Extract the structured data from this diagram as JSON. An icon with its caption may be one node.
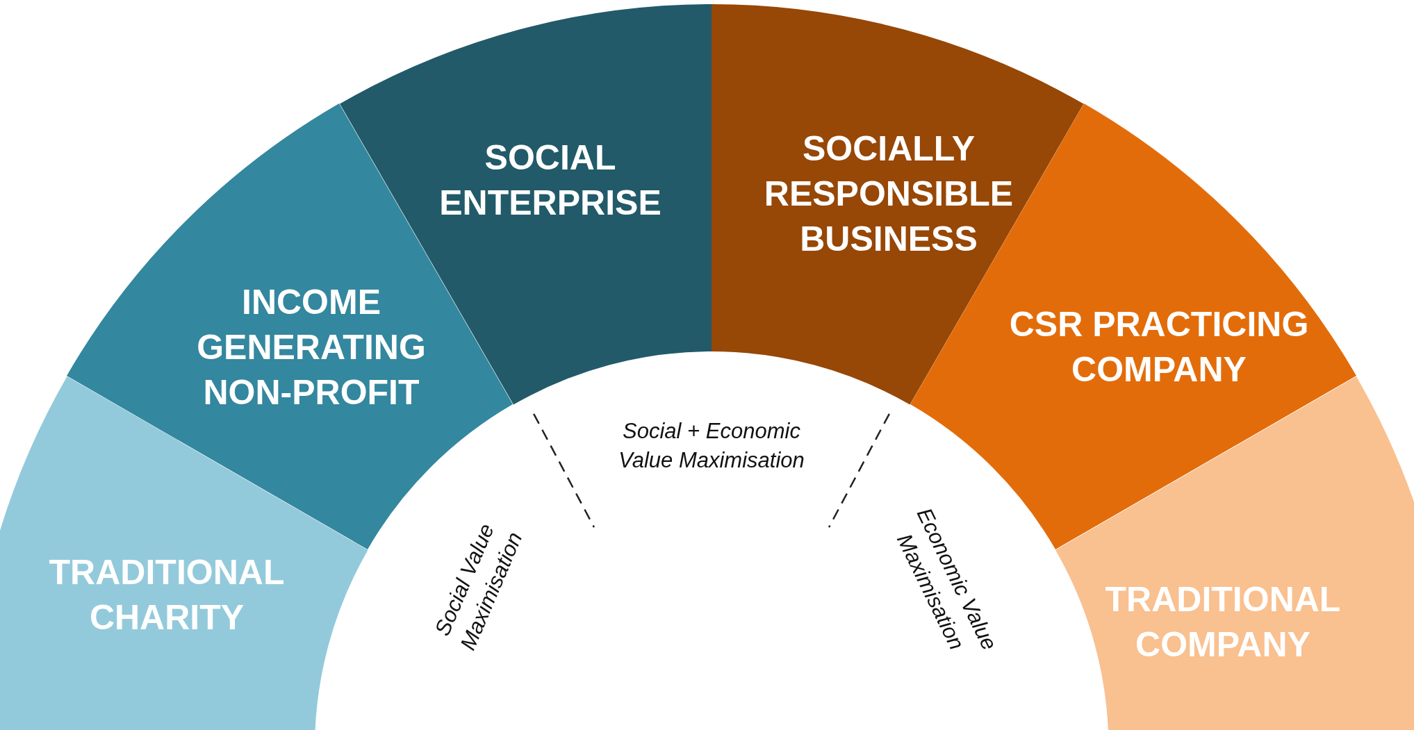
{
  "diagram": {
    "nodes": [
      {
        "text": [
          "TRADITIONAL CHARITY"
        ]
      },
      {
        "text": [
          "INCOME GENERATING NON-PROFIT"
        ]
      },
      {
        "text": [
          "SOCIAL ENTERPRISE"
        ]
      },
      {
        "text": [
          "SOCIALLY RESPONSIBLE BUSINESS"
        ]
      },
      {
        "text": [
          "CSR PRACTICING COMPANY"
        ]
      },
      {
        "text": [
          "TRADITIONAL COMPANY"
        ]
      }
    ],
    "edges": [],
    "labels": [
      "Social Value Maximisation",
      "Social + Economic Value Maximisation",
      "Economic Value Maximisation"
    ]
  }
}
